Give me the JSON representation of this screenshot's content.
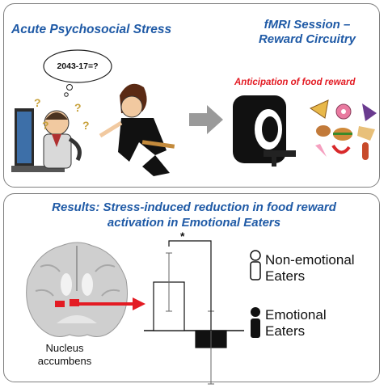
{
  "stress_panel": {
    "title": "Acute Psychosocial Stress",
    "thought_bubble": "2043-17=?"
  },
  "fmri_panel": {
    "title_line1": "fMRI Session –",
    "title_line2": "Reward Circuitry",
    "subtitle": "Anticipation of food reward"
  },
  "results_panel": {
    "title_line1": "Results: Stress-induced reduction in food reward",
    "title_line2": "activation in Emotional Eaters",
    "region_label_line1": "Nucleus",
    "region_label_line2": "accumbens",
    "significance": "*"
  },
  "legend": [
    {
      "line1": "Non-emotional",
      "line2": "Eaters",
      "icon": "hollow-person-icon"
    },
    {
      "line1": "Emotional",
      "line2": "Eaters",
      "icon": "filled-person-icon"
    }
  ],
  "chart_data": {
    "type": "bar",
    "categories": [
      "Non-emotional Eaters",
      "Emotional Eaters"
    ],
    "values": [
      1.0,
      -0.35
    ],
    "error": [
      0.6,
      0.75
    ],
    "ylim": [
      -1.2,
      2.0
    ],
    "title": "",
    "xlabel": "",
    "ylabel": ""
  },
  "colors": {
    "title_blue": "#1f5aa6",
    "accent_red": "#e31b23",
    "panel_border": "#7f7f7f",
    "arrow_gray": "#9a9a9a"
  }
}
